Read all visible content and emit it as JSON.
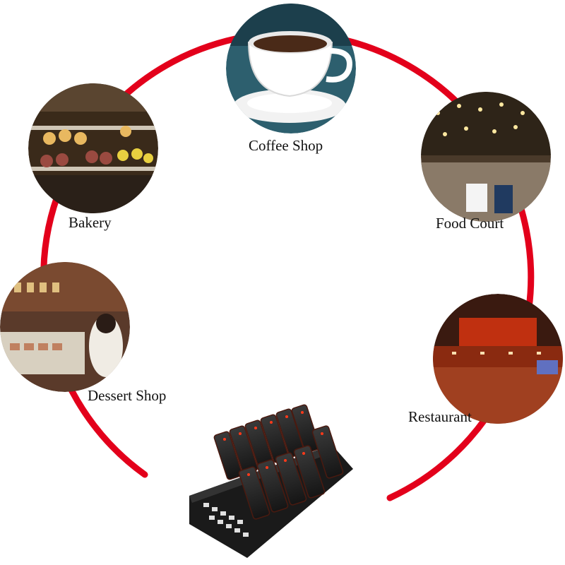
{
  "colors": {
    "ring": "#e3001b",
    "background": "#ffffff",
    "label_text": "#111111",
    "pager_body": "#2b2b2b",
    "pager_light": "#e84a1c"
  },
  "venues": [
    {
      "label": "Coffee Shop",
      "icon": "coffee-cup-photo"
    },
    {
      "label": "Bakery",
      "icon": "bakery-display-photo"
    },
    {
      "label": "Food Court",
      "icon": "food-court-photo"
    },
    {
      "label": "Dessert Shop",
      "icon": "dessert-counter-photo"
    },
    {
      "label": "Restaurant",
      "icon": "restaurant-interior-photo"
    }
  ],
  "center_product": {
    "icon": "pager-charging-base-photo"
  }
}
